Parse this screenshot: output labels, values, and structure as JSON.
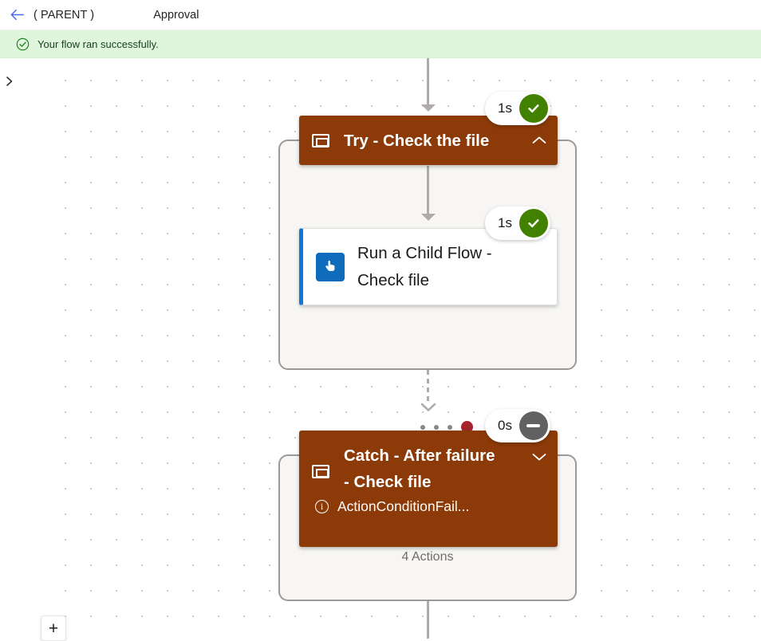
{
  "topbar": {
    "back_icon": "arrow-left-icon",
    "parent_label": "( PARENT )",
    "flow_name": "Approval"
  },
  "banner": {
    "icon": "check-circle-outline-icon",
    "message": "Your flow ran successfully.",
    "background": "#dff6dd",
    "text_color": "#1b4121"
  },
  "rail": {
    "expand_icon": "chevron-right-icon"
  },
  "canvas": {
    "zoom_in_label": "+",
    "grid": "dot-grid"
  },
  "colors": {
    "scope_brown": "#8b3a08",
    "success_green": "#428000",
    "skipped_gray": "#616161",
    "connector_blue": "#0f6cbd",
    "failure_red": "#a4262c",
    "connector_gray": "#aeabaa",
    "scope_fill": "#f7f6f4",
    "scope_border": "#9c9a98"
  },
  "flow": {
    "try_scope": {
      "title": "Try - Check the file",
      "scope_icon": "scope-rectangle-icon",
      "collapse_icon": "chevron-up-icon",
      "badge": {
        "duration": "1s",
        "status": "succeeded",
        "status_icon": "check-icon"
      },
      "children": [
        {
          "title": "Run a Child Flow -\nCheck file",
          "icon": "flow-hand-pointer-icon",
          "badge": {
            "duration": "1s",
            "status": "succeeded",
            "status_icon": "check-icon"
          }
        }
      ]
    },
    "catch_scope": {
      "title": "Catch - After failure\n- Check file",
      "scope_icon": "scope-rectangle-icon",
      "collapse_icon": "chevron-down-icon",
      "error_icon": "info-circle-icon",
      "error_text": "ActionConditionFail...",
      "actions_summary": "4 Actions",
      "badge": {
        "duration": "0s",
        "status": "skipped",
        "status_icon": "minus-icon"
      }
    }
  }
}
